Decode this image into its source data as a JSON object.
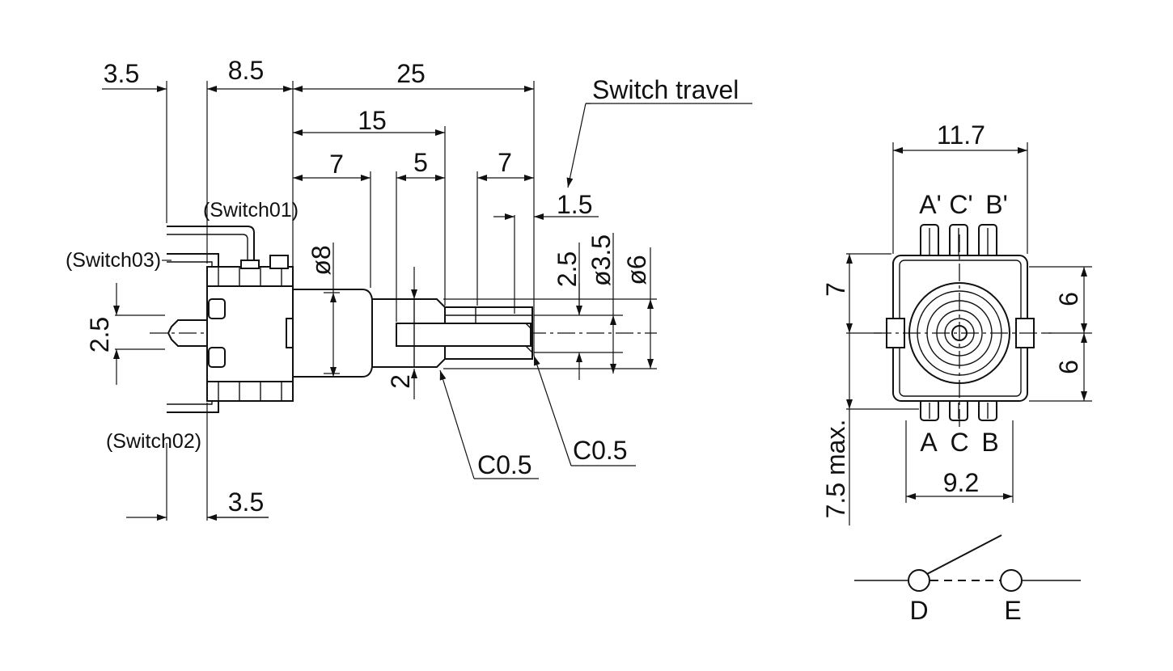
{
  "side_view": {
    "dim_3_5_top": "3.5",
    "dim_8_5": "8.5",
    "dim_25": "25",
    "dim_15": "15",
    "dim_7_left": "7",
    "dim_5": "5",
    "dim_7_right": "7",
    "switch_travel_label": "Switch travel",
    "dim_1_5": "1.5",
    "dim_dia_8": "ø8",
    "dim_2_5_right": "2.5",
    "dim_dia_3_5": "ø3.5",
    "dim_dia_6": "ø6",
    "dim_2_5_left": "2.5",
    "dim_2": "2",
    "chamfer_left": "C0.5",
    "chamfer_right": "C0.5",
    "dim_3_5_bottom": "3.5",
    "switch01_label": "(Switch01)",
    "switch02_label": "(Switch02)",
    "switch03_label": "(Switch03)"
  },
  "front_view": {
    "dim_11_7": "11.7",
    "dim_9_2": "9.2",
    "dim_7": "7",
    "dim_6_top": "6",
    "dim_6_bottom": "6",
    "dim_7_5_max": "7.5 max.",
    "pin_a_prime": "A'",
    "pin_c_prime": "C'",
    "pin_b_prime": "B'",
    "pin_a": "A",
    "pin_c": "C",
    "pin_b": "B"
  },
  "switch_symbol": {
    "terminal_d": "D",
    "terminal_e": "E"
  }
}
